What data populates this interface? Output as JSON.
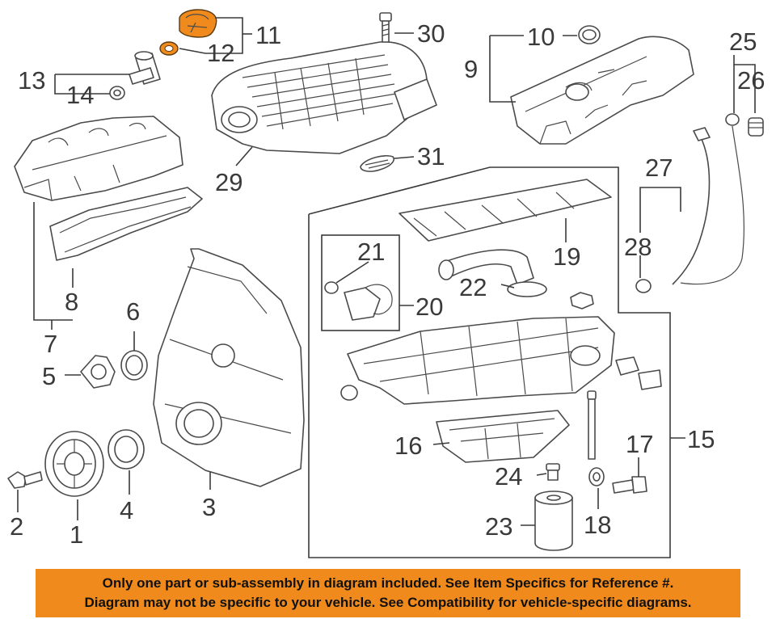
{
  "callouts": {
    "c1": "1",
    "c2": "2",
    "c3": "3",
    "c4": "4",
    "c5": "5",
    "c6": "6",
    "c7": "7",
    "c8": "8",
    "c9": "9",
    "c10": "10",
    "c11": "11",
    "c12": "12",
    "c13": "13",
    "c14": "14",
    "c15": "15",
    "c16": "16",
    "c17": "17",
    "c18": "18",
    "c19": "19",
    "c20": "20",
    "c21": "21",
    "c22": "22",
    "c23": "23",
    "c24": "24",
    "c25": "25",
    "c26": "26",
    "c27": "27",
    "c28": "28",
    "c29": "29",
    "c30": "30",
    "c31": "31"
  },
  "highlighted_parts": [
    "11",
    "12"
  ],
  "colors": {
    "highlight": "#f08a1c",
    "line": "#3a3a3a"
  },
  "notice": {
    "line1": "Only one part or sub-assembly in diagram included. See Item Specifics for Reference #.",
    "line2": "Diagram may not be specific to your vehicle. See Compatibility for vehicle-specific diagrams."
  }
}
